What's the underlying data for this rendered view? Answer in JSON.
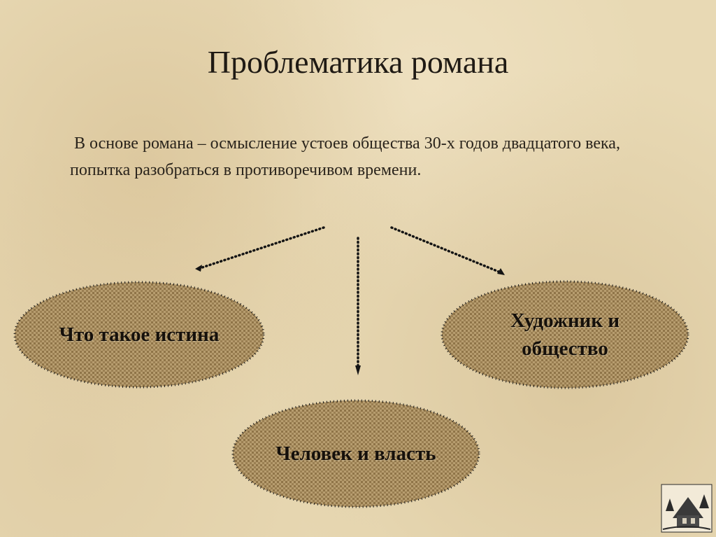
{
  "title": "Проблематика романа",
  "intro": "В основе романа – осмысление устоев общества 30-х годов двадцатого века, попытка разобраться в противоречивом времени.",
  "nodes": {
    "left": "Что такое истина",
    "right": "Художник и общество",
    "bottom": "Человек и власть"
  },
  "colors": {
    "background": "#e8d9b4",
    "ellipse_fill": "#a98d5f",
    "dotted_line": "#141414",
    "text": "#1f1a14"
  }
}
